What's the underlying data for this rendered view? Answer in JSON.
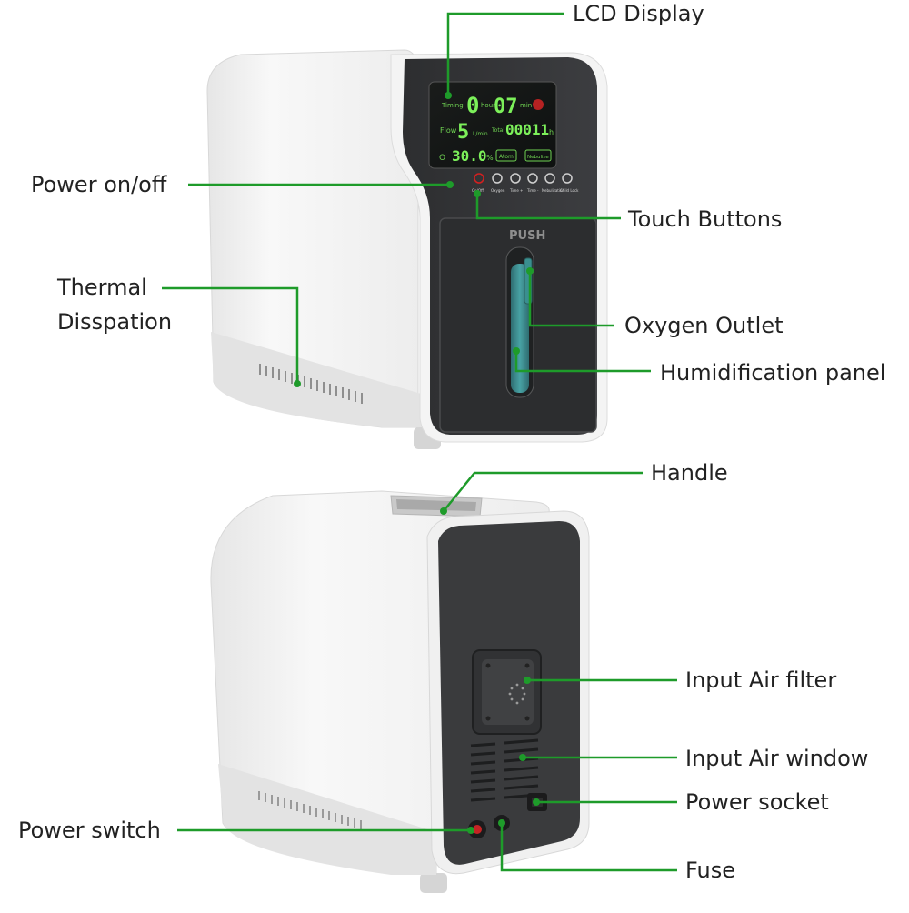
{
  "colors": {
    "leader_line": "#1e9b2a",
    "body_white": "#f2f2f2",
    "panel_dark": "#333436",
    "lcd_green": "#7cf05a",
    "power_red": "#d32020"
  },
  "callouts": {
    "lcd_display": "LCD Display",
    "power_on_off": "Power on/off",
    "touch_buttons": "Touch Buttons",
    "thermal_dissipation": [
      "Thermal",
      "Disspation"
    ],
    "oxygen_outlet": "Oxygen Outlet",
    "humidification_panel": "Humidification panel",
    "handle": "Handle",
    "input_air_filter": "Input Air filter",
    "input_air_window": "Input Air window",
    "power_socket": "Power socket",
    "power_switch": "Power switch",
    "fuse": "Fuse"
  },
  "lcd": {
    "timing_label": "Timing",
    "timing_hours": "0",
    "hour_label": "hour",
    "timing_minutes": "07",
    "min_label": "min",
    "flow_label": "Flow",
    "flow_value": "5",
    "flow_unit": "L/min",
    "total_label": "Total",
    "total_value": "00011",
    "total_unit": "h",
    "o2_label": "O",
    "purity_value": "30.0",
    "purity_unit": "%",
    "mode_a": "Atomi",
    "mode_b": "Nebulize"
  },
  "touch_buttons": [
    "On/Off",
    "Oxygen",
    "Time +",
    "Time -",
    "Nebulization",
    "Child Lock"
  ],
  "humidifier_label": "PUSH"
}
